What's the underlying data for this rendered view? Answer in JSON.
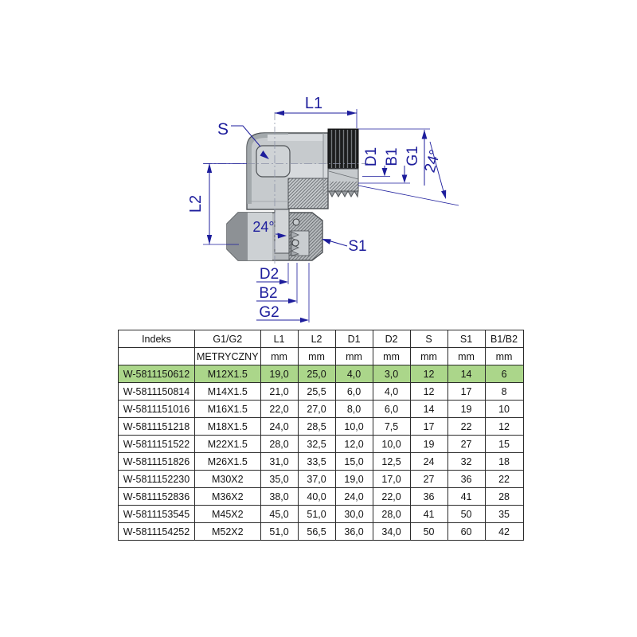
{
  "colors": {
    "dimension": "#1d1d9c",
    "row_highlight": "#abd68a",
    "body_gray": "#c6cacd",
    "thread_dark": "#1d1e1f",
    "outline": "#4f5357"
  },
  "diagram": {
    "labels": {
      "l1": "L1",
      "l2": "L2",
      "s": "S",
      "s1": "S1",
      "d1": "D1",
      "b1": "B1",
      "g1": "G1",
      "d2": "D2",
      "b2": "B2",
      "g2": "G2",
      "angle_cone": "24°",
      "angle_inner": "24°"
    }
  },
  "table": {
    "columns": [
      "Indeks",
      "G1/G2",
      "L1",
      "L2",
      "D1",
      "D2",
      "S",
      "S1",
      "B1/B2"
    ],
    "units_row": [
      "",
      "METRYCZNY",
      "mm",
      "mm",
      "mm",
      "mm",
      "mm",
      "mm",
      "mm"
    ],
    "highlighted_row_index": 0,
    "rows": [
      [
        "W-5811150612",
        "M12X1.5",
        "19,0",
        "25,0",
        "4,0",
        "3,0",
        "12",
        "14",
        "6"
      ],
      [
        "W-5811150814",
        "M14X1.5",
        "21,0",
        "25,5",
        "6,0",
        "4,0",
        "12",
        "17",
        "8"
      ],
      [
        "W-5811151016",
        "M16X1.5",
        "22,0",
        "27,0",
        "8,0",
        "6,0",
        "14",
        "19",
        "10"
      ],
      [
        "W-5811151218",
        "M18X1.5",
        "24,0",
        "28,5",
        "10,0",
        "7,5",
        "17",
        "22",
        "12"
      ],
      [
        "W-5811151522",
        "M22X1.5",
        "28,0",
        "32,5",
        "12,0",
        "10,0",
        "19",
        "27",
        "15"
      ],
      [
        "W-5811151826",
        "M26X1.5",
        "31,0",
        "33,5",
        "15,0",
        "12,5",
        "24",
        "32",
        "18"
      ],
      [
        "W-5811152230",
        "M30X2",
        "35,0",
        "37,0",
        "19,0",
        "17,0",
        "27",
        "36",
        "22"
      ],
      [
        "W-5811152836",
        "M36X2",
        "38,0",
        "40,0",
        "24,0",
        "22,0",
        "36",
        "41",
        "28"
      ],
      [
        "W-5811153545",
        "M45X2",
        "45,0",
        "51,0",
        "30,0",
        "28,0",
        "41",
        "50",
        "35"
      ],
      [
        "W-5811154252",
        "M52X2",
        "51,0",
        "56,5",
        "36,0",
        "34,0",
        "50",
        "60",
        "42"
      ]
    ]
  }
}
